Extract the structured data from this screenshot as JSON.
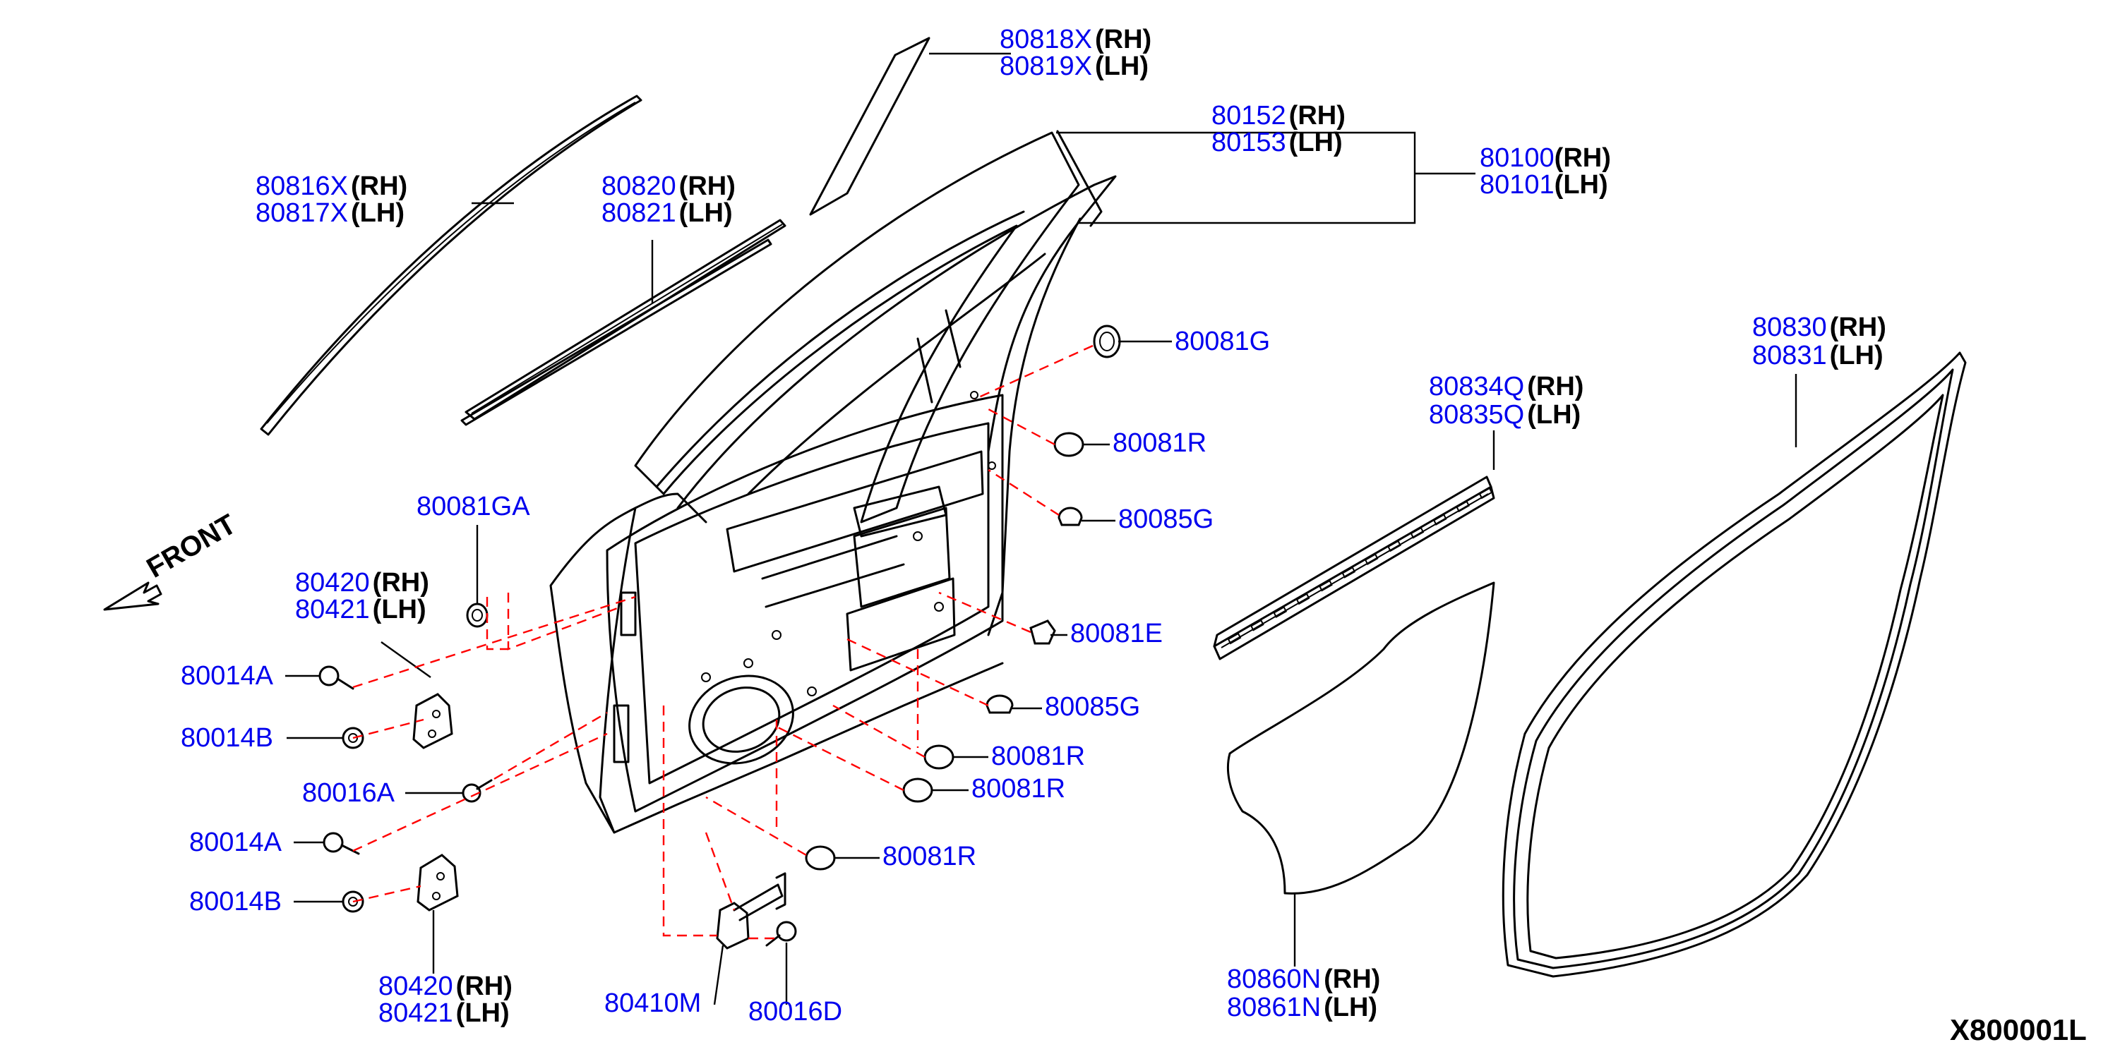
{
  "labels": [
    {
      "id": "80818X",
      "part": "80818X",
      "side": "(RH)"
    },
    {
      "id": "80819X",
      "part": "80819X",
      "side": "(LH)"
    },
    {
      "id": "80152",
      "part": "80152",
      "side": "(RH)"
    },
    {
      "id": "80153",
      "part": "80153",
      "side": "(LH)"
    },
    {
      "id": "80100",
      "part": "80100",
      "side": "(RH)"
    },
    {
      "id": "80101",
      "part": "80101",
      "side": "(LH)"
    },
    {
      "id": "80816X",
      "part": "80816X",
      "side": "(RH)"
    },
    {
      "id": "80817X",
      "part": "80817X",
      "side": "(LH)"
    },
    {
      "id": "80820",
      "part": "80820",
      "side": "(RH)"
    },
    {
      "id": "80821",
      "part": "80821",
      "side": "(LH)"
    },
    {
      "id": "80081G",
      "part": "80081G",
      "side": ""
    },
    {
      "id": "80081R-a",
      "part": "80081R",
      "side": ""
    },
    {
      "id": "80085G-a",
      "part": "80085G",
      "side": ""
    },
    {
      "id": "80081GA",
      "part": "80081GA",
      "side": ""
    },
    {
      "id": "80420-a",
      "part": "80420",
      "side": "(RH)"
    },
    {
      "id": "80421-a",
      "part": "80421",
      "side": "(LH)"
    },
    {
      "id": "80014A-a",
      "part": "80014A",
      "side": ""
    },
    {
      "id": "80014B-a",
      "part": "80014B",
      "side": ""
    },
    {
      "id": "80081E",
      "part": "80081E",
      "side": ""
    },
    {
      "id": "80085G-b",
      "part": "80085G",
      "side": ""
    },
    {
      "id": "80081R-b",
      "part": "80081R",
      "side": ""
    },
    {
      "id": "80081R-c",
      "part": "80081R",
      "side": ""
    },
    {
      "id": "80016A",
      "part": "80016A",
      "side": ""
    },
    {
      "id": "80014A-b",
      "part": "80014A",
      "side": ""
    },
    {
      "id": "80014B-b",
      "part": "80014B",
      "side": ""
    },
    {
      "id": "80081R-d",
      "part": "80081R",
      "side": ""
    },
    {
      "id": "80420-b",
      "part": "80420",
      "side": "(RH)"
    },
    {
      "id": "80421-b",
      "part": "80421",
      "side": "(LH)"
    },
    {
      "id": "80410M",
      "part": "80410M",
      "side": ""
    },
    {
      "id": "80016D",
      "part": "80016D",
      "side": ""
    },
    {
      "id": "80834Q",
      "part": "80834Q",
      "side": "(RH)"
    },
    {
      "id": "80835Q",
      "part": "80835Q",
      "side": "(LH)"
    },
    {
      "id": "80830",
      "part": "80830",
      "side": "(RH)"
    },
    {
      "id": "80831",
      "part": "80831",
      "side": "(LH)"
    },
    {
      "id": "80860N",
      "part": "80860N",
      "side": "(RH)"
    },
    {
      "id": "80861N",
      "part": "80861N",
      "side": "(LH)"
    }
  ],
  "front_label": "FRONT",
  "diagram_ref": "X800001L"
}
